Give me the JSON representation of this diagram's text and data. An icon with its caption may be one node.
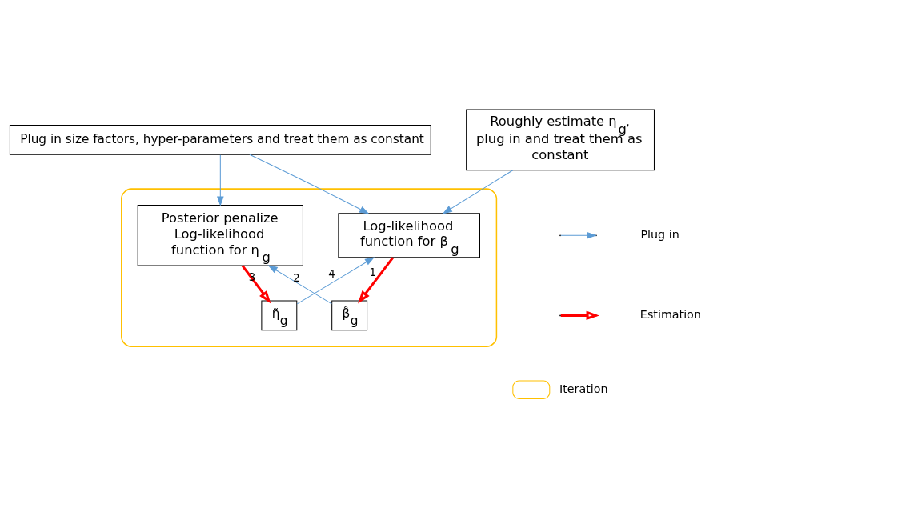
{
  "diagram": {
    "nodes": [
      {
        "text": [
          "Plug in size factors, hyper-parameters and treat them as constant"
        ]
      },
      {
        "text": [
          "Roughly estimate η$_{g}$, plug in and treat them as constant"
        ]
      },
      {
        "text": [],
        "shape": "box"
      },
      {
        "text": [
          "Log-likelihood function for β$_{g}$"
        ],
        "in": 2
      },
      {
        "text": [
          "Posterior penalize Log-likelihood function for η$_{g}$"
        ],
        "in": 2
      },
      {
        "text": [
          "β̂$_{g}$"
        ],
        "in": 2
      },
      {
        "text": [
          "η̃$_{g}$"
        ],
        "in": 2
      }
    ],
    "edges": [
      {
        "from": 1,
        "to": 3,
        "arrow": "to"
      },
      {
        "from": 0,
        "to": 3,
        "arrow": "to"
      },
      {
        "from": 0,
        "to": 4,
        "arrow": "to"
      },
      {
        "from": 3,
        "to": 5,
        "arrow": "to",
        "label": "1",
        "style": "thick",
        "color": "#ff0000"
      },
      {
        "from": 5,
        "to": 4,
        "arrow": "to",
        "label": "2"
      },
      {
        "from": 4,
        "to": 6,
        "arrow": "to",
        "label": "3",
        "style": "thick",
        "color": "#ff0000"
      },
      {
        "from": 6,
        "to": 3,
        "arrow": "to",
        "label": "4"
      }
    ],
    "legend": [
      {
        "text": "Plug in"
      },
      {
        "text": "Estimation"
      },
      {
        "text": "Iteration"
      }
    ]
  }
}
